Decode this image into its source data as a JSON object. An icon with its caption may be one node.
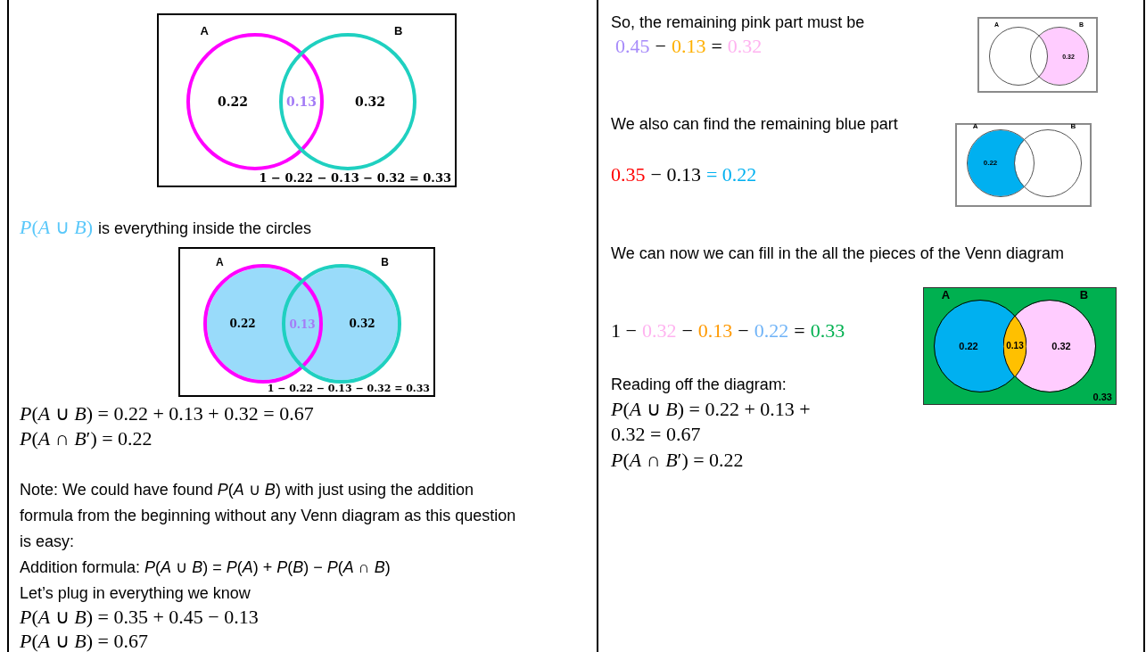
{
  "diagram": {
    "nodes": [
      {
        "text": [
          "1 − 0.22 − 0.13 − 0.32 = 0.33"
        ]
      },
      {
        "text": [
          "A",
          "0.22"
        ],
        "in": 0
      },
      {
        "text": [
          "0.13"
        ]
      },
      {
        "text": [
          "B",
          "0.32"
        ],
        "in": 0
      },
      {
        "text": [
          "1 − 0.22 − 0.13 − 0.32 = 0.33"
        ]
      },
      {
        "text": [
          "A",
          "0.22"
        ],
        "in": 4
      },
      {
        "text": [
          "0.13"
        ]
      },
      {
        "text": [
          "B",
          "0.32"
        ],
        "in": 4
      },
      {
        "text": [],
        "shape": "box"
      },
      {
        "text": [
          "A"
        ],
        "in": 8
      },
      {
        "text": [
          "B",
          "0.32"
        ],
        "in": 8
      },
      {
        "text": [],
        "shape": "box"
      },
      {
        "text": [
          "A",
          "0.22"
        ],
        "in": 11
      },
      {
        "text": [
          "B"
        ],
        "in": 11
      },
      {
        "text": [
          "0.33"
        ]
      },
      {
        "text": [
          "A",
          "0.22"
        ],
        "in": 14
      },
      {
        "text": [
          "0.13"
        ]
      },
      {
        "text": [
          "B",
          "0.32"
        ],
        "in": 14
      }
    ],
    "labels": [
      "*P*(*A* ∪ *B*)",
      "is everything inside the circles",
      "*P*(*A* ∪ *B*) = 0.22 + 0.13 + 0.32 = 0.67",
      "*P*(*A* ∩ *B*′) = 0.22",
      "Note: We could have found *P*(*A* ∪ *B*) with just using the addition formula from the beginning without any Venn diagram as this question is easy:",
      "Addition formula: *P*(*A* ∪ *B*) = *P*(*A*) + *P*(*B*) − *P*(*A* ∩ *B*)",
      "Let’s plug in everything we know",
      "*P*(*A* ∪ *B*) = 0.35 + 0.45 − 0.13",
      "*P*(*A* ∪ *B*) = 0.67",
      "So, the remaining pink part must be",
      "0.45",
      "−",
      "0.13",
      "=",
      "0.32",
      "We also can find the remaining blue part",
      "0.35",
      "− 0.13",
      "= 0.22",
      "We can now we can fill in the all the pieces of the Venn diagram",
      "1 −",
      "0.32",
      "−",
      "0.13",
      "−",
      "0.22",
      "=",
      "0.33",
      "Reading off the diagram:",
      "*P*(*A* ∪ *B*) = 0.22 + 0.13 + 0.32 = 0.67",
      "*P*(*A* ∩ *B*′) = 0.22"
    ]
  }
}
